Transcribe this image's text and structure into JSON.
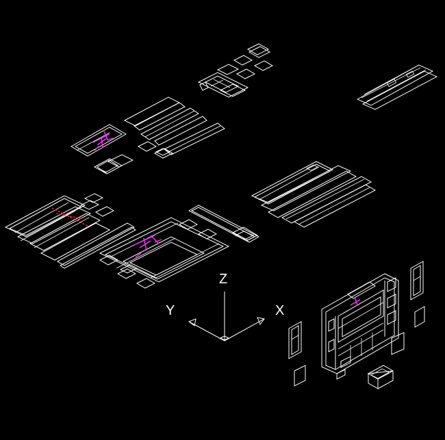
{
  "colors": {
    "background": "#000000",
    "linework": "#ffffff",
    "highlight": "#ff33ff",
    "accent": "#ff2a2a"
  },
  "ucs": {
    "z_label": "Z",
    "y_label": "Y",
    "x_label": "X"
  }
}
